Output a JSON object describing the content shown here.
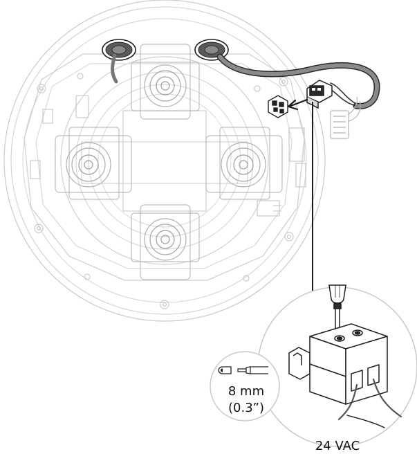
{
  "detail_inset": {
    "strip_length": "8 mm",
    "strip_length_inch": "(0.3”)"
  },
  "power_label": "24 VAC",
  "colors": {
    "line": "#2a2a2a",
    "faint_line": "#c4c4c4",
    "cable": "#7a7a7a",
    "background": "#ffffff"
  },
  "icons": [
    "insert-arrow-icon",
    "down-arrow-icon",
    "screwdriver-icon",
    "terminal-block-icon",
    "ferrule-icon",
    "stripped-wire-icon"
  ]
}
